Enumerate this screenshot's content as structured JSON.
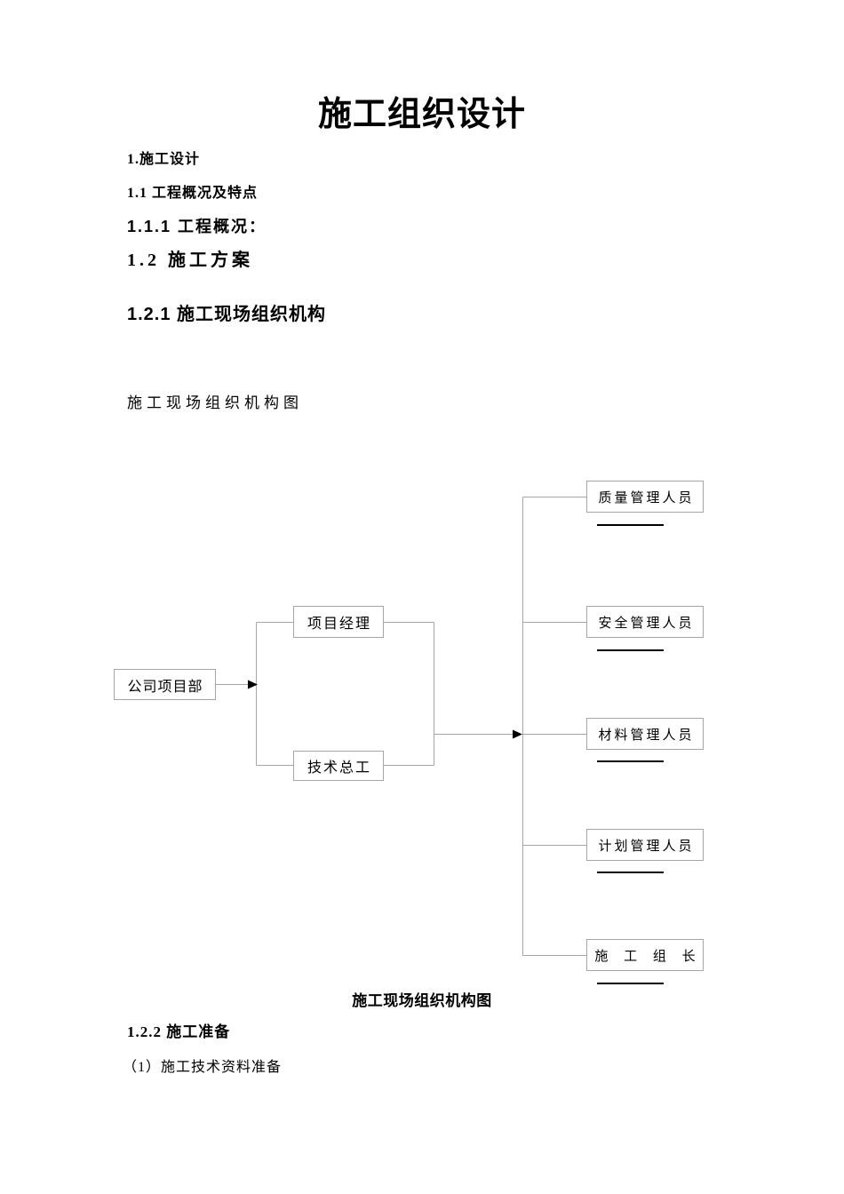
{
  "document": {
    "title": "施工组织设计",
    "headings": {
      "h1": "1.施工设计",
      "h1_1": "1.1 工程概况及特点",
      "h1_1_1": "1.1.1 工程概况：",
      "h1_2": "1.2 施工方案",
      "h1_2_1": "1.2.1 施工现场组织机构",
      "h1_2_2": "1.2.2 施工准备"
    },
    "paragraphs": {
      "chart_lead_in": "施工现场组织机构图",
      "chart_caption": "施工现场组织机构图",
      "prep_item_1": "（1）施工技术资料准备"
    }
  },
  "org_chart": {
    "root": {
      "label": "公司项目部"
    },
    "level2": [
      {
        "label": "项目经理"
      },
      {
        "label": "技术总工"
      }
    ],
    "level3": [
      {
        "label": "质量管理人员"
      },
      {
        "label": "安全管理人员"
      },
      {
        "label": "材料管理人员"
      },
      {
        "label": "计划管理人员"
      },
      {
        "label": "施 工 组 长"
      }
    ],
    "flow": "公司项目部 → 项目经理/技术总工 → 质量管理人员、安全管理人员、材料管理人员、计划管理人员、施工组长",
    "colors": {
      "connector_line": "#a6a6a6",
      "box_border": "#a6a6a6",
      "arrowhead": "#000000",
      "underline": "#000000",
      "text": "#000000",
      "background": "#ffffff"
    }
  }
}
